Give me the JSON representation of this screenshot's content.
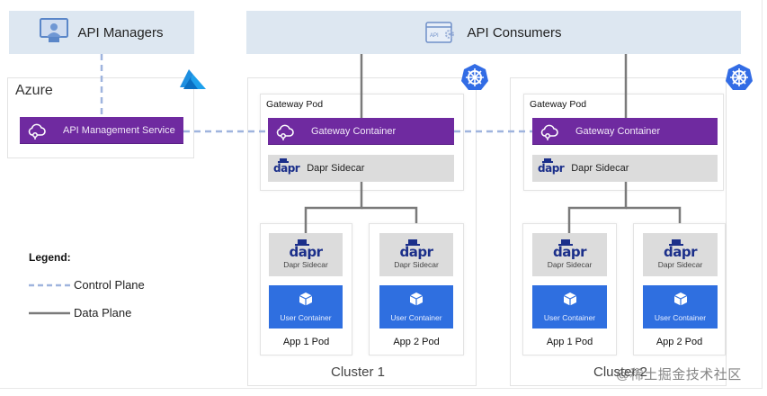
{
  "top": {
    "api_managers": {
      "label": "API Managers",
      "icon": "monitor-user-icon"
    },
    "api_consumers": {
      "label": "API Consumers",
      "icon": "api-window-gear-icon",
      "icon_text": "API"
    }
  },
  "azure": {
    "label": "Azure",
    "logo": "azure-logo-icon",
    "service": {
      "label": "API Management Service",
      "icon": "cloud-connect-icon"
    }
  },
  "clusters": [
    {
      "label": "Cluster 1",
      "logo": "kubernetes-icon",
      "gateway_pod": {
        "label": "Gateway Pod",
        "gateway_container": {
          "label": "Gateway Container",
          "icon": "cloud-connect-icon"
        },
        "dapr_sidecar": {
          "label": "Dapr Sidecar",
          "logo_text": "dapr"
        }
      },
      "app_pods": [
        {
          "label": "App 1 Pod",
          "sidecar_label": "Dapr Sidecar",
          "logo_text": "dapr",
          "container_label": "User Container"
        },
        {
          "label": "App 2 Pod",
          "sidecar_label": "Dapr Sidecar",
          "logo_text": "dapr",
          "container_label": "User Container"
        }
      ]
    },
    {
      "label": "Cluster 2",
      "logo": "kubernetes-icon",
      "gateway_pod": {
        "label": "Gateway Pod",
        "gateway_container": {
          "label": "Gateway Container",
          "icon": "cloud-connect-icon"
        },
        "dapr_sidecar": {
          "label": "Dapr Sidecar",
          "logo_text": "dapr"
        }
      },
      "app_pods": [
        {
          "label": "App 1 Pod",
          "sidecar_label": "Dapr Sidecar",
          "logo_text": "dapr",
          "container_label": "User Container"
        },
        {
          "label": "App 2 Pod",
          "sidecar_label": "Dapr Sidecar",
          "logo_text": "dapr",
          "container_label": "User Container"
        }
      ]
    }
  ],
  "legend": {
    "title": "Legend:",
    "items": [
      {
        "label": "Control Plane",
        "style": "dashed",
        "color": "#9fb4de"
      },
      {
        "label": "Data Plane",
        "style": "solid",
        "color": "#7a7a7a"
      }
    ]
  },
  "colors": {
    "top_box": "#dde7f1",
    "purple": "#6f2aa0",
    "sidecar_gray": "#dcdcdc",
    "user_container_blue": "#2f6fe0",
    "dapr_navy": "#1b2f8a",
    "kubernetes_blue": "#326ce5",
    "azure_blue": "#0a8fd8",
    "control_plane": "#9fb4de",
    "data_plane": "#7a7a7a"
  },
  "watermark": "@稀土掘金技术社区"
}
